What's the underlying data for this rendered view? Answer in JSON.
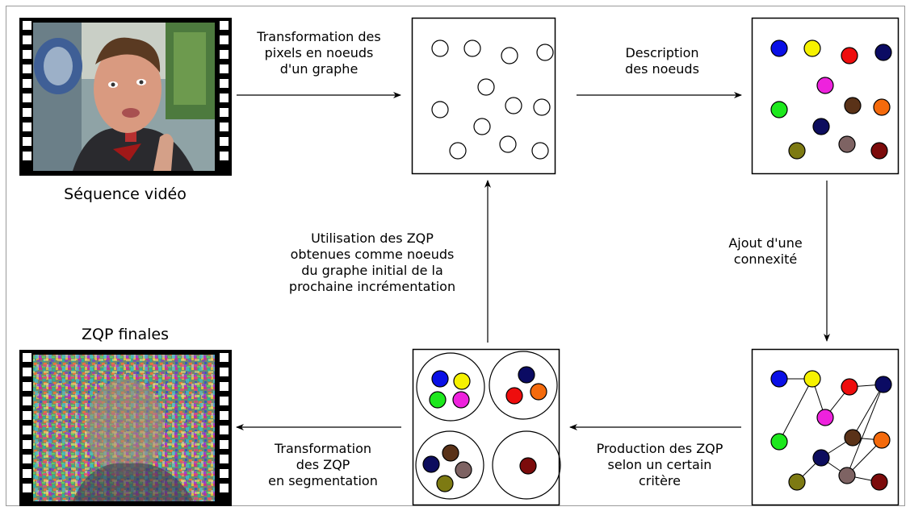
{
  "captions": {
    "video": "Séquence vidéo",
    "final": "ZQP finales"
  },
  "steps": {
    "transform_pixels": [
      "Transformation des",
      "pixels en noeuds",
      "d'un graphe"
    ],
    "description": [
      "Description",
      "des noeuds"
    ],
    "connexity": [
      "Ajout d'une",
      "connexité"
    ],
    "production": [
      "Production des ZQP",
      "selon un certain",
      "critère"
    ],
    "segmentation": [
      "Transformation",
      "des ZQP",
      "en segmentation"
    ],
    "reuse": [
      "Utilisation des ZQP",
      "obtenues comme noeuds",
      "du graphe initial de la",
      "prochaine incrémentation"
    ]
  },
  "node_colors": {
    "blue": "#0a10e6",
    "yellow": "#f6f200",
    "red": "#ee0d0d",
    "navy": "#0b0b63",
    "magenta": "#ee22dd",
    "green": "#1de81d",
    "brown": "#5a3218",
    "orange": "#f46a0c",
    "dark_navy": "#0d0d5e",
    "olive": "#7d7a12",
    "taupe": "#7e6363",
    "maroon": "#7c0b0b"
  }
}
